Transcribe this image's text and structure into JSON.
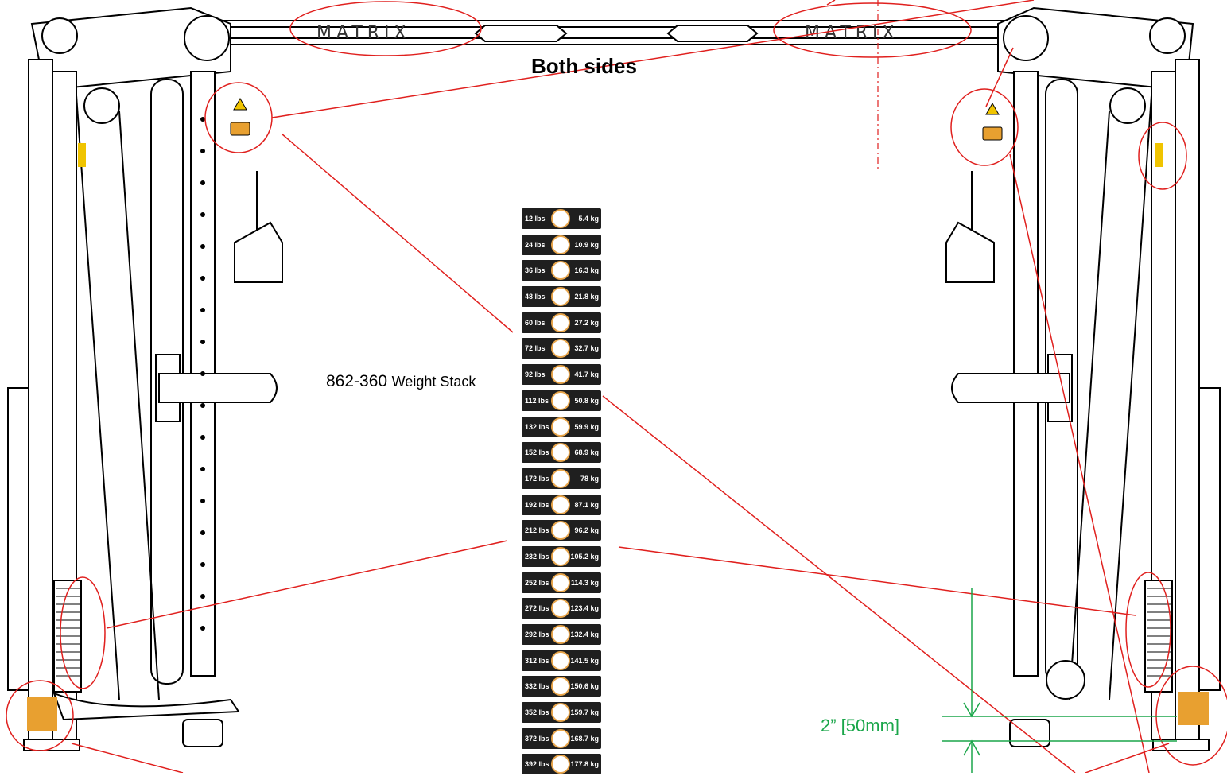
{
  "callout": {
    "title": "Both sides"
  },
  "brand": {
    "left": "MATRIX",
    "right": "MATRIX"
  },
  "weight_stack": {
    "model": "862-360",
    "name": "Weight Stack",
    "plates": [
      {
        "lbs": "12",
        "kg": "5.4"
      },
      {
        "lbs": "24",
        "kg": "10.9"
      },
      {
        "lbs": "36",
        "kg": "16.3"
      },
      {
        "lbs": "48",
        "kg": "21.8"
      },
      {
        "lbs": "60",
        "kg": "27.2"
      },
      {
        "lbs": "72",
        "kg": "32.7"
      },
      {
        "lbs": "92",
        "kg": "41.7"
      },
      {
        "lbs": "112",
        "kg": "50.8"
      },
      {
        "lbs": "132",
        "kg": "59.9"
      },
      {
        "lbs": "152",
        "kg": "68.9"
      },
      {
        "lbs": "172",
        "kg": "78"
      },
      {
        "lbs": "192",
        "kg": "87.1"
      },
      {
        "lbs": "212",
        "kg": "96.2"
      },
      {
        "lbs": "232",
        "kg": "105.2"
      },
      {
        "lbs": "252",
        "kg": "114.3"
      },
      {
        "lbs": "272",
        "kg": "123.4"
      },
      {
        "lbs": "292",
        "kg": "132.4"
      },
      {
        "lbs": "312",
        "kg": "141.5"
      },
      {
        "lbs": "332",
        "kg": "150.6"
      },
      {
        "lbs": "352",
        "kg": "159.7"
      },
      {
        "lbs": "372",
        "kg": "168.7"
      },
      {
        "lbs": "392",
        "kg": "177.8"
      }
    ],
    "lbs_unit": "lbs",
    "kg_unit": "kg"
  },
  "dimension": {
    "label": "2” [50mm]"
  },
  "colors": {
    "callout": "#e0201e",
    "dimension": "#1aa64a",
    "line": "#000000",
    "warning": "#f0c400",
    "decal": "#e8a030"
  }
}
